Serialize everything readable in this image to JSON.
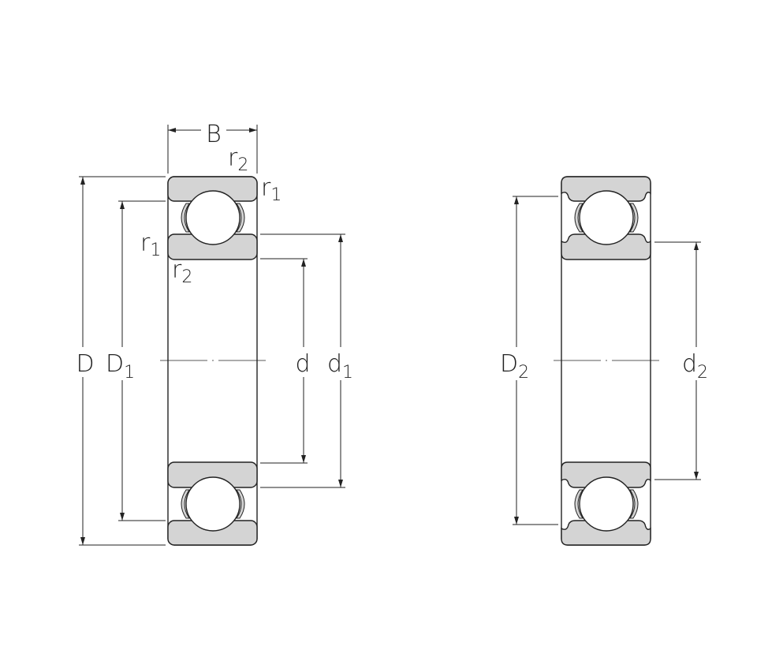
{
  "labels": {
    "B": {
      "main": "B"
    },
    "r2_top": {
      "main": "r",
      "sub": "2"
    },
    "r1_top": {
      "main": "r",
      "sub": "1"
    },
    "r1_left": {
      "main": "r",
      "sub": "1"
    },
    "r2_left": {
      "main": "r",
      "sub": "2"
    },
    "D": {
      "main": "D"
    },
    "D1": {
      "main": "D",
      "sub": "1"
    },
    "d": {
      "main": "d"
    },
    "d1": {
      "main": "d",
      "sub": "1"
    },
    "D2": {
      "main": "D",
      "sub": "2"
    },
    "d2": {
      "main": "d",
      "sub": "2"
    }
  },
  "colors": {
    "ring_fill": "#d4d4d4",
    "stroke": "#222222"
  }
}
